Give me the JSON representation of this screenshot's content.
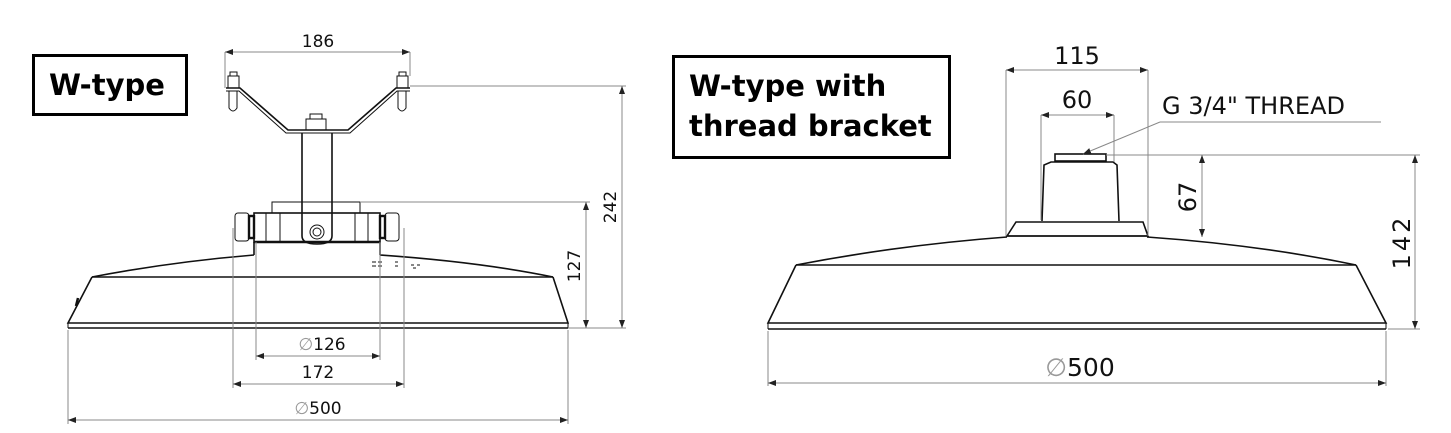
{
  "figures": [
    {
      "id": "w-type",
      "title": "W-type",
      "dimensions": {
        "bracket_width": "186",
        "total_height": "242",
        "body_height": "127",
        "base_diameter": "126",
        "gland_span": "172",
        "lamp_diameter": "500"
      }
    },
    {
      "id": "w-type-thread",
      "title_line1": "W-type with",
      "title_line2": "thread bracket",
      "dimensions": {
        "bracket_base_width": "115",
        "bracket_top_width": "60",
        "bracket_height": "67",
        "total_height": "142",
        "lamp_diameter": "500"
      },
      "callout": "G 3/4\" THREAD"
    }
  ],
  "symbols": {
    "diameter": "∅"
  },
  "colors": {
    "ink": "#111111",
    "dimension": "#888888",
    "background": "#ffffff"
  }
}
